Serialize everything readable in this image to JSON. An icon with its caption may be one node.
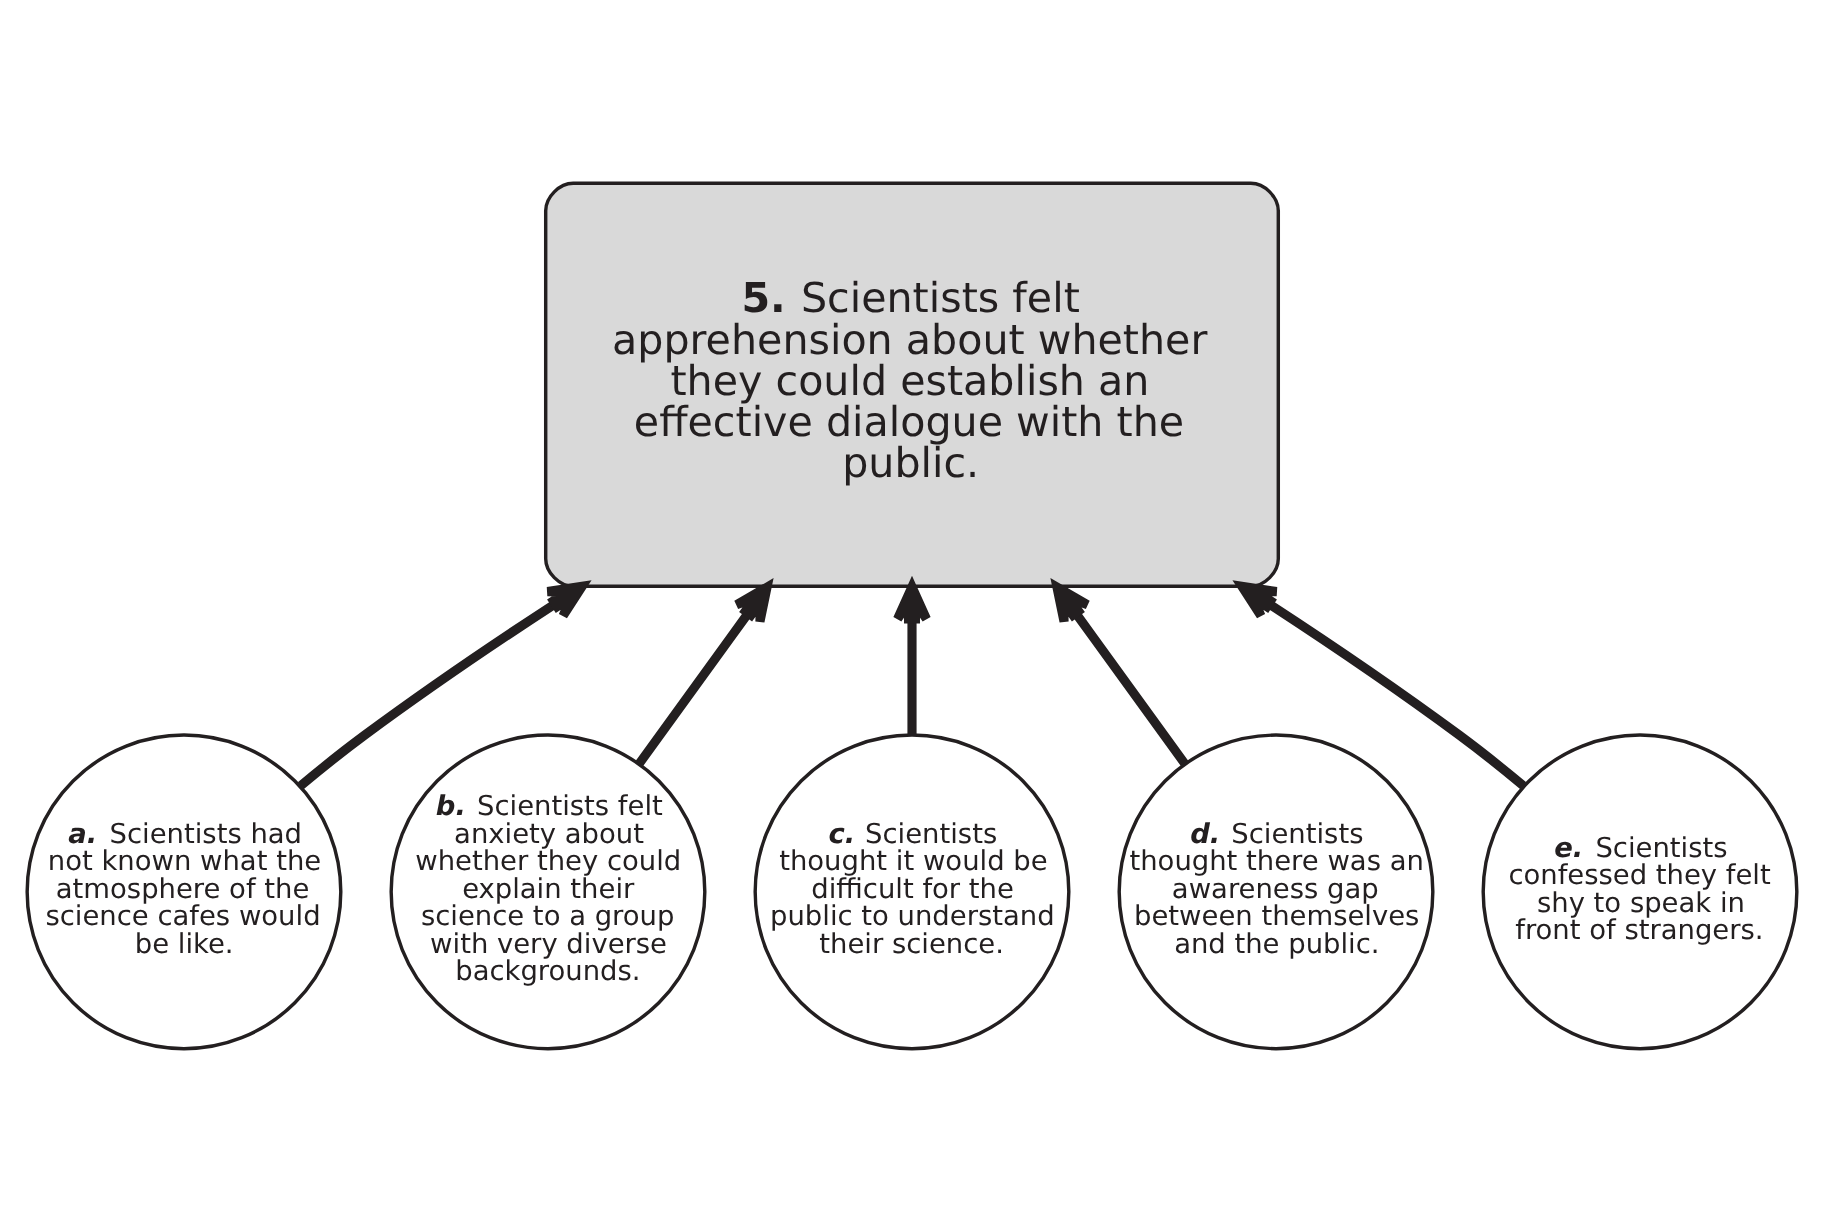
{
  "diagram": {
    "nodes": [
      {
        "text": [
          "**5.** Scientists felt apprehension about whether they could establish an effective dialogue with the public."
        ]
      },
      {
        "text": [
          "**a.** Scientists had not known what the atmosphere of the science cafes would be like."
        ]
      },
      {
        "text": [
          "**b.** Scientists felt anxiety about whether they could explain their science to a group with very diverse backgrounds."
        ]
      },
      {
        "text": [
          "**c.** Scientists thought it would be difficult for the public to understand their science."
        ]
      },
      {
        "text": [
          "**d.** Scientists thought there was an awareness gap between themselves and the public."
        ]
      },
      {
        "text": [
          "**e.** Scientists confessed they felt shy to speak in front of strangers."
        ]
      }
    ],
    "edges": [
      {
        "from": 1,
        "to": 0,
        "arrow": "to"
      },
      {
        "from": 2,
        "to": 0,
        "arrow": "to"
      },
      {
        "from": 3,
        "to": 0,
        "arrow": "to"
      },
      {
        "from": 4,
        "to": 0,
        "arrow": "to"
      },
      {
        "from": 5,
        "to": 0,
        "arrow": "to"
      }
    ]
  }
}
